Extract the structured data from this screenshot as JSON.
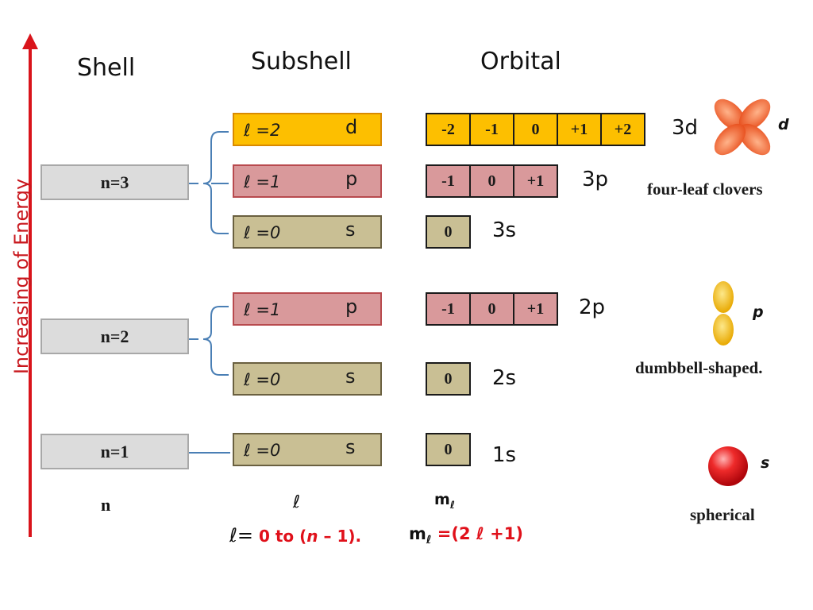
{
  "headers": {
    "shell": "Shell",
    "subshell": "Subshell",
    "orbital": "Orbital"
  },
  "axis": {
    "label": "Increasing of Energy",
    "color": "#d9141b"
  },
  "shells": [
    {
      "label": "n=3"
    },
    {
      "label": "n=2"
    },
    {
      "label": "n=1"
    }
  ],
  "subshells": [
    {
      "l": "ℓ =2",
      "letter": "d",
      "color": "#fdbf00"
    },
    {
      "l": "ℓ =1",
      "letter": "p",
      "color": "#d9999b"
    },
    {
      "l": "ℓ =0",
      "letter": "s",
      "color": "#c9bf94"
    },
    {
      "l": "ℓ =1",
      "letter": "p",
      "color": "#d9999b"
    },
    {
      "l": "ℓ =0",
      "letter": "s",
      "color": "#c9bf94"
    },
    {
      "l": "ℓ =0",
      "letter": "s",
      "color": "#c9bf94"
    }
  ],
  "orbitals": [
    {
      "values": [
        "-2",
        "-1",
        "0",
        "+1",
        "+2"
      ],
      "label": "3d"
    },
    {
      "values": [
        "-1",
        "0",
        "+1"
      ],
      "label": "3p"
    },
    {
      "values": [
        "0"
      ],
      "label": "3s"
    },
    {
      "values": [
        "-1",
        "0",
        "+1"
      ],
      "label": "2p"
    },
    {
      "values": [
        "0"
      ],
      "label": "2s"
    },
    {
      "values": [
        "0"
      ],
      "label": "1s"
    }
  ],
  "shapes": {
    "d": {
      "letter": "d",
      "description": "four-leaf clovers",
      "color": "#f2622a"
    },
    "p": {
      "letter": "p",
      "description": "dumbbell-shaped.",
      "color": "#f5c21b"
    },
    "s": {
      "letter": "s",
      "description": "spherical",
      "color": "#e0101a"
    }
  },
  "bottom": {
    "n": "n",
    "l_symbol": "ℓ",
    "ml_symbol": "m",
    "ml_sub": "ℓ",
    "l_formula_lhs": "ℓ=",
    "l_formula_rhs_pre": " 0  to (",
    "l_formula_rhs_n": "n",
    "l_formula_rhs_post": " – 1).",
    "ml_formula_lhs": "m",
    "ml_formula_sub": "ℓ",
    "ml_formula_rhs": " =(2 ℓ +1)"
  }
}
